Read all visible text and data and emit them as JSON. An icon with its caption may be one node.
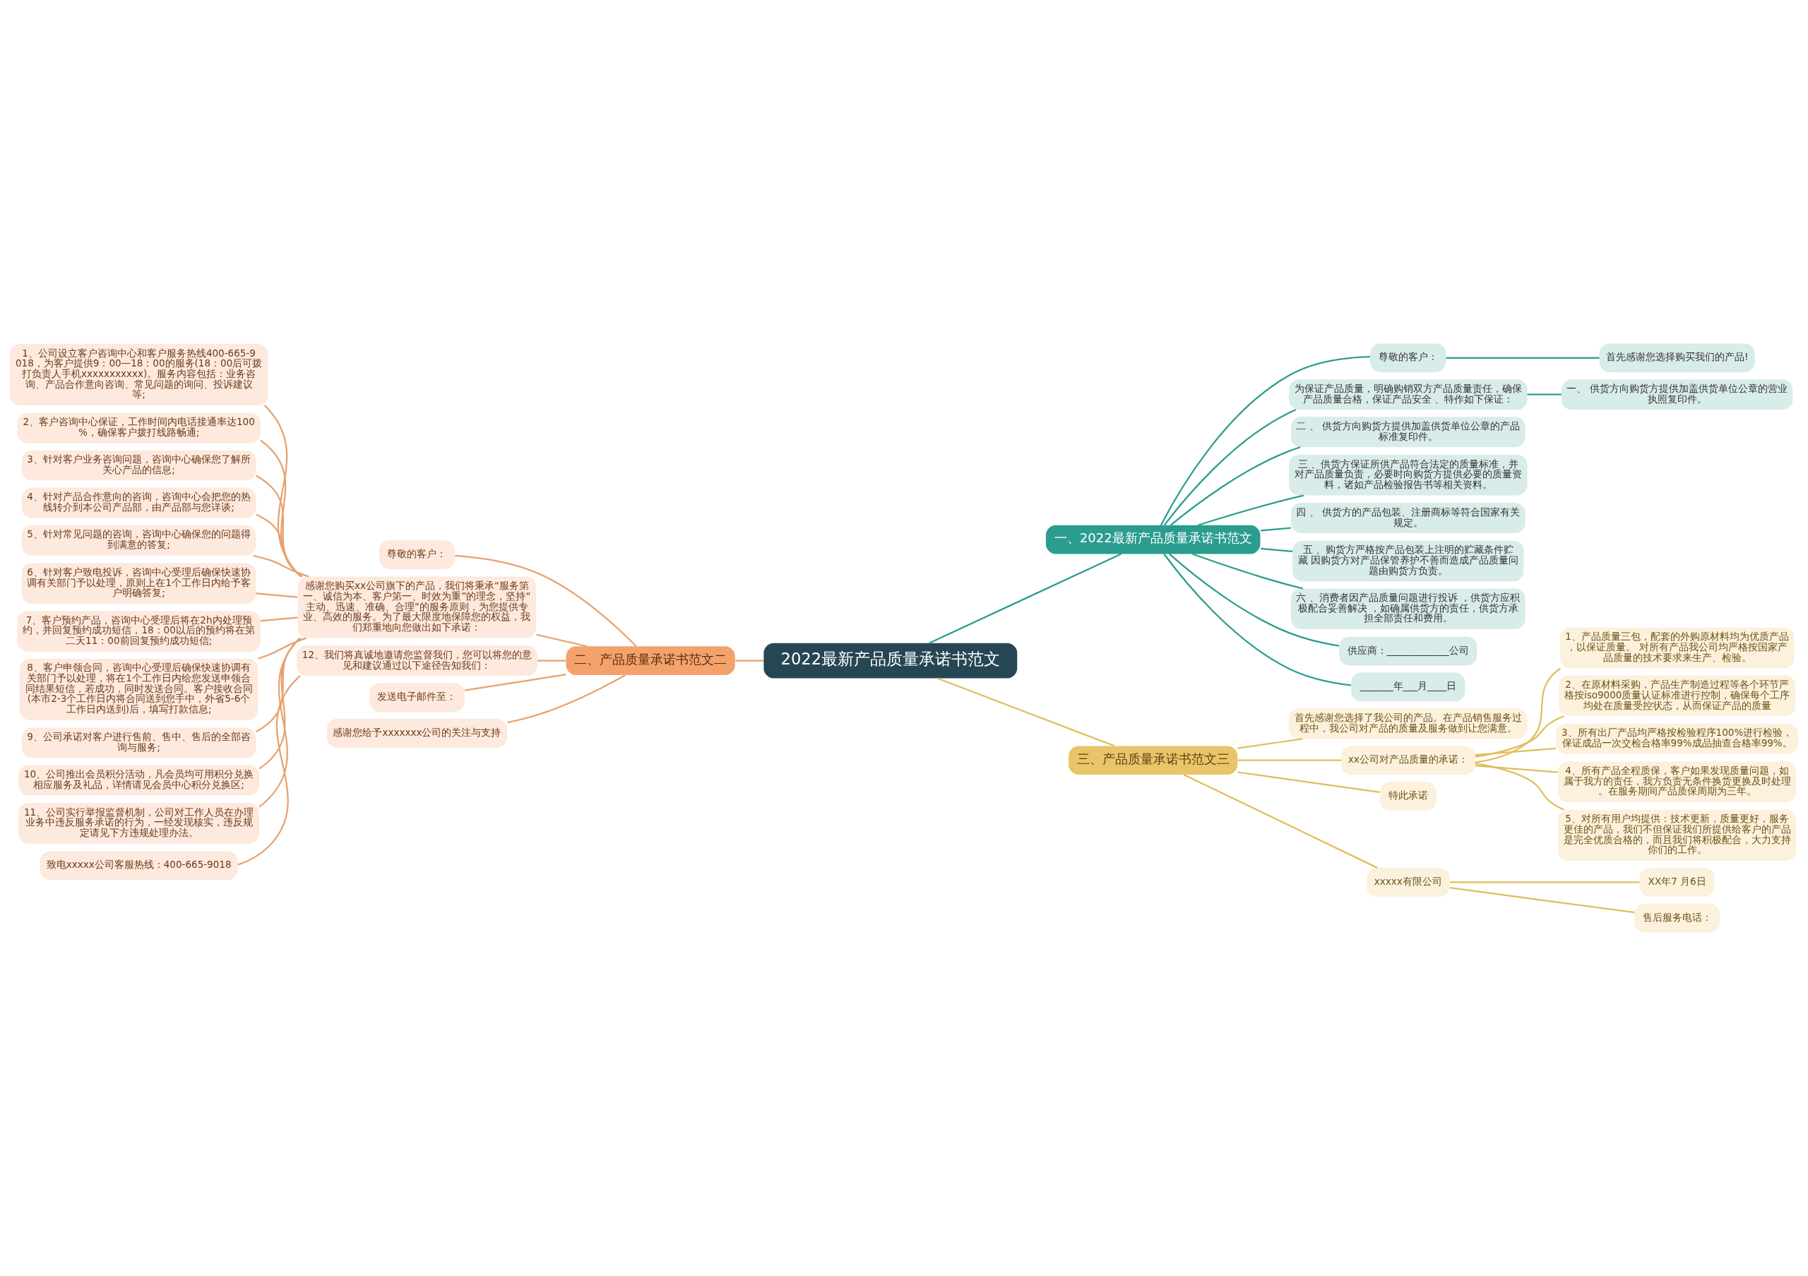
{
  "diagram": {
    "nodes": [
      {
        "text": [
          "2022最新产品质量承诺书范文"
        ]
      },
      {
        "text": [
          "一、2022最新产品质量承诺书范文"
        ]
      },
      {
        "text": [
          "尊敬的客户："
        ]
      },
      {
        "text": [
          "首先感谢您选择购买我们的产品!"
        ]
      },
      {
        "text": [
          "为保证产品质量，明确购销双方产品质量责任，确保产品质量合格，保证产品安全 、特作如下保证："
        ]
      },
      {
        "text": [
          "一、 供货方向购货方提供加盖供货单位公章的营业执照复印件。"
        ]
      },
      {
        "text": [
          "二 、 供货方向购货方提供加盖供货单位公章的产品标准复印件。"
        ]
      },
      {
        "text": [
          "三 、供货方保证所供产品符合法定的质量标准，并对产品质量负责，必要时向购货方提供必要的质量资料，诸如产品检验报告书等相关资料。"
        ]
      },
      {
        "text": [
          "四 、 供货方的产品包装、注册商标等符合国家有关规定。"
        ]
      },
      {
        "text": [
          "五 、购货方严格按产品包装上注明的贮藏条件贮藏 因购货方对产品保管养护不善而造成产品质量问题由购货方负责。"
        ]
      },
      {
        "text": [
          "六 、消费者因产品质量问题进行投诉 ，供货方应积极配合妥善解决 ，如确属供货方的责任，供货方承担全部责任和费用。"
        ]
      },
      {
        "text": [
          "供应商：_____________公司"
        ]
      },
      {
        "text": [
          "_______年___月____日"
        ]
      },
      {
        "text": [
          "二、产品质量承诺书范文二"
        ]
      },
      {
        "text": [
          "尊敬的客户："
        ]
      },
      {
        "text": [
          "感谢您购买xx公司旗下的产品，我们将秉承“服务第一、诚信为本、客户第一、时效为重”的理念，坚持“主动、迅速、准确、合理”的服务原则，为您提供专业、高效的服务。为了最大限度地保障您的权益，我们郑重地向您做出如下承诺："
        ]
      },
      {
        "text": [
          "1、公司设立客户咨询中心和客户服务热线400-665-9018，为客户提供9：00—18：00的服务(18：00后可拨打负责人手机xxxxxxxxxxx)。服务内容包括：业务咨询、产品合作意向咨询、常见问题的询问、投诉建议等;"
        ]
      },
      {
        "text": [
          "2、客户咨询中心保证，工作时间内电话接通率达100%，确保客户拨打线路畅通;"
        ]
      },
      {
        "text": [
          "3、针对客户业务咨询问题，咨询中心确保您了解所关心产品的信息;"
        ]
      },
      {
        "text": [
          "4、针对产品合作意向的咨询，咨询中心会把您的热线转介到本公司产品部，由产品部与您详谈;"
        ]
      },
      {
        "text": [
          "5、针对常见问题的咨询，咨询中心确保您的问题得到满意的答复;"
        ]
      },
      {
        "text": [
          "6、针对客户致电投诉，咨询中心受理后确保快速协调有关部门予以处理，原则上在1个工作日内给予客户明确答复;"
        ]
      },
      {
        "text": [
          "7、客户预约产品，咨询中心受理后将在2h内处理预约，并回复预约成功短信，18：00以后的预约将在第二天11：00前回复预约成功短信;"
        ]
      },
      {
        "text": [
          "8、客户申领合同，咨询中心受理后确保快速协调有关部门予以处理，将在1个工作日内给您发送申领合同结果短信，若成功，同时发送合同。客户接收合同(本市2-3个工作日内将合同送到您手中，外省5-6个工作日内送到)后，填写打款信息;"
        ]
      },
      {
        "text": [
          "9、公司承诺对客户进行售前、售中、售后的全部咨询与服务;"
        ]
      },
      {
        "text": [
          "10、公司推出会员积分活动，凡会员均可用积分兑换相应服务及礼品，详情请见会员中心积分兑换区;"
        ]
      },
      {
        "text": [
          "11、公司实行举报监督机制，公司对工作人员在办理业务中违反服务承诺的行为，一经发现核实，违反规定请见下方违规处理办法。"
        ]
      },
      {
        "text": [
          "12、我们将真诚地邀请您监督我们，您可以将您的意见和建议通过以下途径告知我们："
        ]
      },
      {
        "text": [
          "致电xxxxx公司客服热线：400-665-9018"
        ]
      },
      {
        "text": [
          "发送电子邮件至："
        ]
      },
      {
        "text": [
          "感谢您给予xxxxxxx公司的关注与支持"
        ]
      },
      {
        "text": [
          "三、产品质量承诺书范文三"
        ]
      },
      {
        "text": [
          "首先感谢您选择了我公司的产品。在产品销售服务过程中，我公司对产品的质量及服务做到让您满意。"
        ]
      },
      {
        "text": [
          "xx公司对产品质量的承诺："
        ]
      },
      {
        "text": [
          "1、产品质量三包，配套的外购原材料均为优质产品，以保证质量。 对所有产品我公司均严格按国家产品质量的技术要求来生产、检验。"
        ]
      },
      {
        "text": [
          "2、在原材料采购，产品生产制造过程等各个环节严格按iso9000质量认证标准进行控制，确保每个工序均处在质量受控状态，从而保证产品的质量"
        ]
      },
      {
        "text": [
          "3、所有出厂产品均严格按检验程序100%进行检验，保证成品一次交检合格率99%成品抽查合格率99%。"
        ]
      },
      {
        "text": [
          "4、所有产品全程质保，客户如果发现质量问题，如属于我方的责任，我方负责无条件换货更换及时处理。在服务期间产品质保周期为三年。"
        ]
      },
      {
        "text": [
          "5、对所有用户均提供：技术更新，质量更好，服务更佳的产品，我们不但保证我们所提供给客户的产品是完全优质合格的，而且我们将积极配合，大力支持你们的工作。"
        ]
      },
      {
        "text": [
          "特此承诺"
        ]
      },
      {
        "text": [
          "xxxxx有限公司"
        ]
      },
      {
        "text": [
          "XX年7 月6日"
        ]
      },
      {
        "text": [
          "售后服务电话："
        ]
      }
    ],
    "edges": [
      {
        "from": 0,
        "to": 1,
        "arrow": "none",
        "color": "#2a9d8f"
      },
      {
        "from": 1,
        "to": 2,
        "arrow": "none",
        "color": "#2a9d8f"
      },
      {
        "from": 2,
        "to": 3,
        "arrow": "none",
        "color": "#2a9d8f"
      },
      {
        "from": 1,
        "to": 4,
        "arrow": "none",
        "color": "#2a9d8f"
      },
      {
        "from": 4,
        "to": 5,
        "arrow": "none",
        "color": "#2a9d8f"
      },
      {
        "from": 1,
        "to": 6,
        "arrow": "none",
        "color": "#2a9d8f"
      },
      {
        "from": 1,
        "to": 7,
        "arrow": "none",
        "color": "#2a9d8f"
      },
      {
        "from": 1,
        "to": 8,
        "arrow": "none",
        "color": "#2a9d8f"
      },
      {
        "from": 1,
        "to": 9,
        "arrow": "none",
        "color": "#2a9d8f"
      },
      {
        "from": 1,
        "to": 10,
        "arrow": "none",
        "color": "#2a9d8f"
      },
      {
        "from": 1,
        "to": 11,
        "arrow": "none",
        "color": "#2a9d8f"
      },
      {
        "from": 1,
        "to": 12,
        "arrow": "none",
        "color": "#2a9d8f"
      },
      {
        "from": 0,
        "to": 13,
        "arrow": "none"
      },
      {
        "from": 13,
        "to": 14,
        "arrow": "none"
      },
      {
        "from": 13,
        "to": 15,
        "arrow": "none"
      },
      {
        "from": 15,
        "to": 16,
        "arrow": "none"
      },
      {
        "from": 15,
        "to": 17,
        "arrow": "none"
      },
      {
        "from": 15,
        "to": 18,
        "arrow": "none"
      },
      {
        "from": 15,
        "to": 19,
        "arrow": "none"
      },
      {
        "from": 15,
        "to": 20,
        "arrow": "none"
      },
      {
        "from": 15,
        "to": 21,
        "arrow": "none"
      },
      {
        "from": 15,
        "to": 22,
        "arrow": "none"
      },
      {
        "from": 15,
        "to": 23,
        "arrow": "none"
      },
      {
        "from": 15,
        "to": 24,
        "arrow": "none"
      },
      {
        "from": 15,
        "to": 25,
        "arrow": "none"
      },
      {
        "from": 15,
        "to": 26,
        "arrow": "none"
      },
      {
        "from": 13,
        "to": 27,
        "arrow": "none"
      },
      {
        "from": 27,
        "to": 28,
        "arrow": "none"
      },
      {
        "from": 13,
        "to": 29,
        "arrow": "none"
      },
      {
        "from": 13,
        "to": 30,
        "arrow": "none"
      },
      {
        "from": 0,
        "to": 31,
        "arrow": "none",
        "color": "#e0bd5c"
      },
      {
        "from": 31,
        "to": 32,
        "arrow": "none",
        "color": "#e0bd5c"
      },
      {
        "from": 31,
        "to": 33,
        "arrow": "none",
        "color": "#e0bd5c"
      },
      {
        "from": 33,
        "to": 34,
        "arrow": "none",
        "color": "#e0bd5c"
      },
      {
        "from": 33,
        "to": 35,
        "arrow": "none",
        "color": "#e0bd5c"
      },
      {
        "from": 33,
        "to": 36,
        "arrow": "none",
        "color": "#e0bd5c"
      },
      {
        "from": 33,
        "to": 37,
        "arrow": "none",
        "color": "#e0bd5c"
      },
      {
        "from": 33,
        "to": 38,
        "arrow": "none",
        "color": "#e0bd5c"
      },
      {
        "from": 31,
        "to": 39,
        "arrow": "none",
        "color": "#e0bd5c"
      },
      {
        "from": 31,
        "to": 40,
        "arrow": "none",
        "color": "#e0bd5c"
      },
      {
        "from": 40,
        "to": 41,
        "arrow": "none",
        "color": "#e0bd5c"
      },
      {
        "from": 40,
        "to": 42,
        "arrow": "none",
        "color": "#e0bd5c"
      }
    ]
  }
}
